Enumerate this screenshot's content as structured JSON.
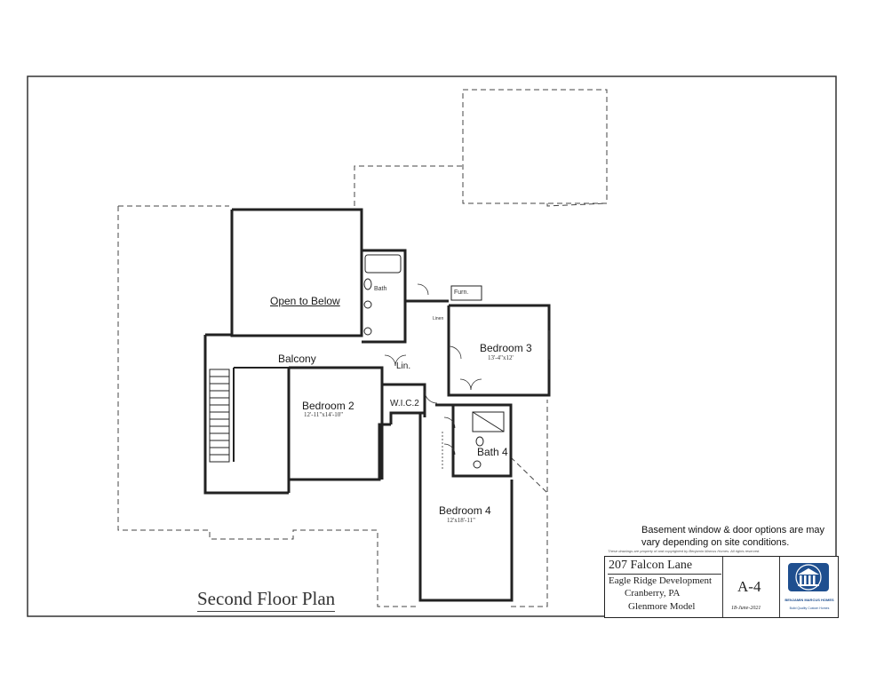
{
  "rooms": {
    "open_to_below": "Open to Below",
    "balcony": "Balcony",
    "bedroom2": "Bedroom 2",
    "bedroom2_dim": "12'-11\"x14'-10\"",
    "bedroom3": "Bedroom 3",
    "bedroom3_dim": "13'-4\"x12'",
    "bedroom4": "Bedroom 4",
    "bedroom4_dim": "12'x18'-11\"",
    "bath4": "Bath 4",
    "hall_bath": "Bath",
    "linen": "Lin.",
    "linen_small": "Linen",
    "wic2": "W.I.C.2",
    "furnace": "Furn."
  },
  "note": {
    "line1": "Basement window & door options are may",
    "line2": "vary depending on site conditions."
  },
  "copyright": "These drawings are property of and copyrighted by Benjamin Marcus Homes. All rights reserved.",
  "title_block": {
    "address": "207 Falcon Lane",
    "development": "Eagle Ridge Development",
    "city": "Cranberry, PA",
    "model": "Glenmore Model",
    "sheet": "A-4",
    "date": "18-June-2021",
    "logo_name": "BENJAMIN MARCUS HOMES",
    "logo_tagline": "Build Quality Custom Homes"
  },
  "plan_title": "Second Floor Plan"
}
